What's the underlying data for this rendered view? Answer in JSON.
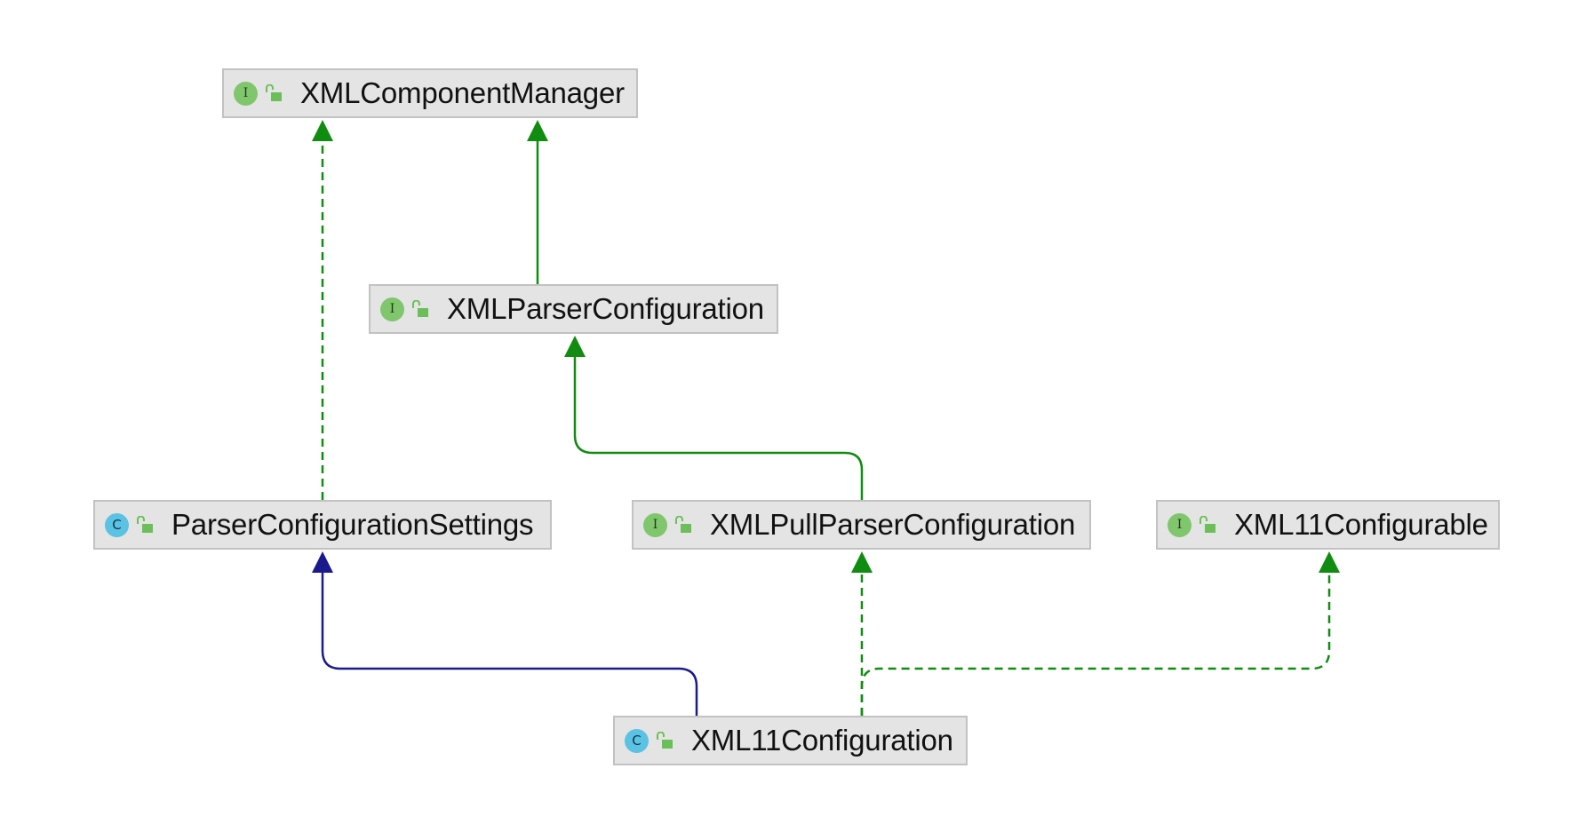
{
  "colors": {
    "implements_edge": "#108c10",
    "extends_interface_edge": "#108c10",
    "extends_class_edge": "#1a1a8c",
    "interface_badge": "#80c66c",
    "class_badge": "#5bc2e4",
    "node_fill": "#e4e4e4",
    "node_border": "#c2c2c2"
  },
  "nodes": [
    {
      "id": "xml-component-manager",
      "label": "XMLComponentManager",
      "kind": "interface",
      "badge": "I",
      "icon": "interface-icon"
    },
    {
      "id": "xml-parser-configuration",
      "label": "XMLParserConfiguration",
      "kind": "interface",
      "badge": "I",
      "icon": "interface-icon"
    },
    {
      "id": "parser-configuration-settings",
      "label": "ParserConfigurationSettings",
      "kind": "class",
      "badge": "C",
      "icon": "class-icon"
    },
    {
      "id": "xml-pull-parser-configuration",
      "label": "XMLPullParserConfiguration",
      "kind": "interface",
      "badge": "I",
      "icon": "interface-icon"
    },
    {
      "id": "xml11-configurable",
      "label": "XML11Configurable",
      "kind": "interface",
      "badge": "I",
      "icon": "interface-icon"
    },
    {
      "id": "xml11-configuration",
      "label": "XML11Configuration",
      "kind": "class",
      "badge": "C",
      "icon": "class-icon"
    }
  ],
  "edges": [
    {
      "from": "xml-parser-configuration",
      "to": "xml-component-manager",
      "type": "extends-interface"
    },
    {
      "from": "parser-configuration-settings",
      "to": "xml-component-manager",
      "type": "implements"
    },
    {
      "from": "xml-pull-parser-configuration",
      "to": "xml-parser-configuration",
      "type": "extends-interface"
    },
    {
      "from": "xml11-configuration",
      "to": "parser-configuration-settings",
      "type": "extends-class"
    },
    {
      "from": "xml11-configuration",
      "to": "xml-pull-parser-configuration",
      "type": "implements"
    },
    {
      "from": "xml11-configuration",
      "to": "xml11-configurable",
      "type": "implements"
    }
  ]
}
